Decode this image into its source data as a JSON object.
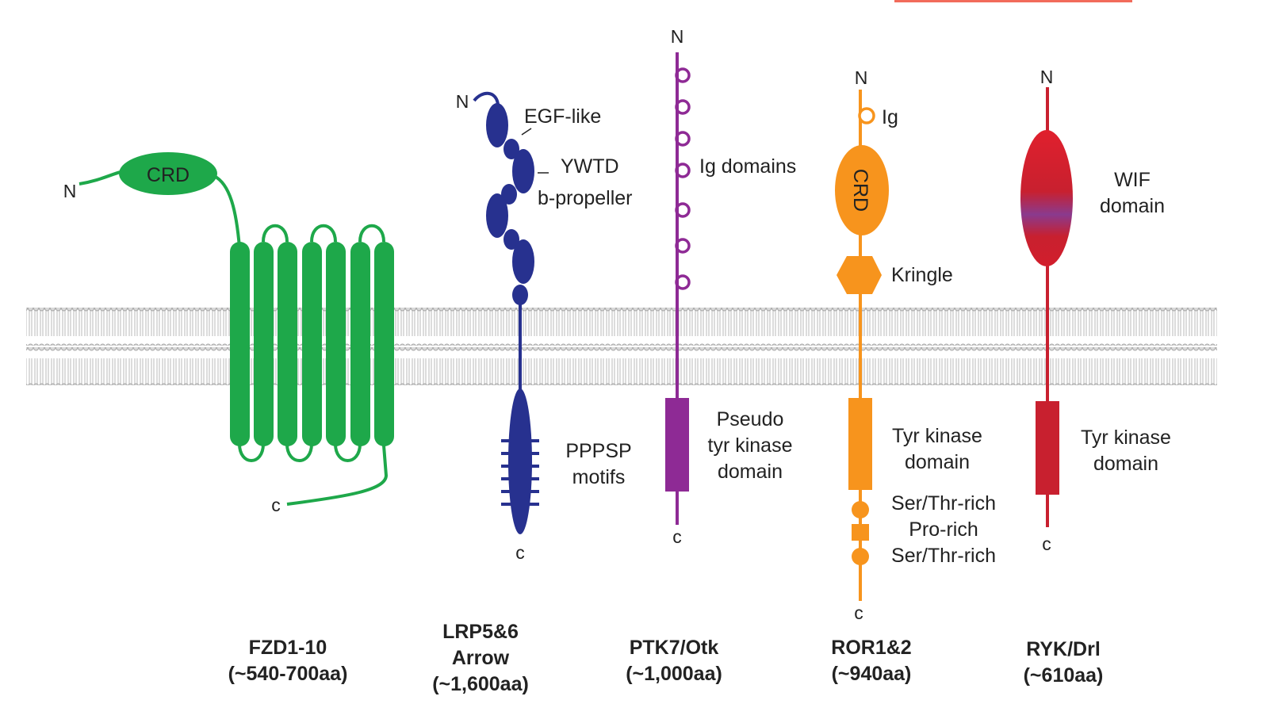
{
  "colors": {
    "fzd": "#1ea84a",
    "lrp": "#27318f",
    "ptk7": "#8e2a95",
    "ror": "#f7941d",
    "ryk": "#c8202f",
    "ryk_band": "#8a3a8e",
    "membrane_fill": "#d9d9d9",
    "membrane_line": "#a6a6a6",
    "accent_bar": "#f26b5b"
  },
  "receptors": {
    "fzd": {
      "name_line1": "FZD1-10",
      "name_line2": "(~540-700aa)",
      "n_label": "N",
      "c_label": "c",
      "crd_label": "CRD"
    },
    "lrp": {
      "name_line1": "LRP5&6",
      "name_line2": "Arrow",
      "name_line3": "(~1,600aa)",
      "n_label": "N",
      "c_label": "c",
      "egf_label": "EGF-like",
      "ywtd_label1": "YWTD",
      "ywtd_label2": "b-propeller",
      "ppsp_label1": "PPPSP",
      "ppsp_label2": "motifs"
    },
    "ptk7": {
      "name_line1": "PTK7/Otk",
      "name_line2": "(~1,000aa)",
      "n_label": "N",
      "c_label": "c",
      "ig_label": "Ig domains",
      "kinase_label1": "Pseudo",
      "kinase_label2": "tyr kinase",
      "kinase_label3": "domain"
    },
    "ror": {
      "name_line1": "ROR1&2",
      "name_line2": "(~940aa)",
      "n_label": "N",
      "c_label": "c",
      "ig_label": "Ig",
      "crd_label": "CRD",
      "kringle_label": "Kringle",
      "kinase_label1": "Tyr kinase",
      "kinase_label2": "domain",
      "motif1": "Ser/Thr-rich",
      "motif2": "Pro-rich",
      "motif3": "Ser/Thr-rich"
    },
    "ryk": {
      "name_line1": "RYK/Drl",
      "name_line2": "(~610aa)",
      "n_label": "N",
      "c_label": "c",
      "wif_label1": "WIF",
      "wif_label2": "domain",
      "kinase_label1": "Tyr kinase",
      "kinase_label2": "domain"
    }
  }
}
